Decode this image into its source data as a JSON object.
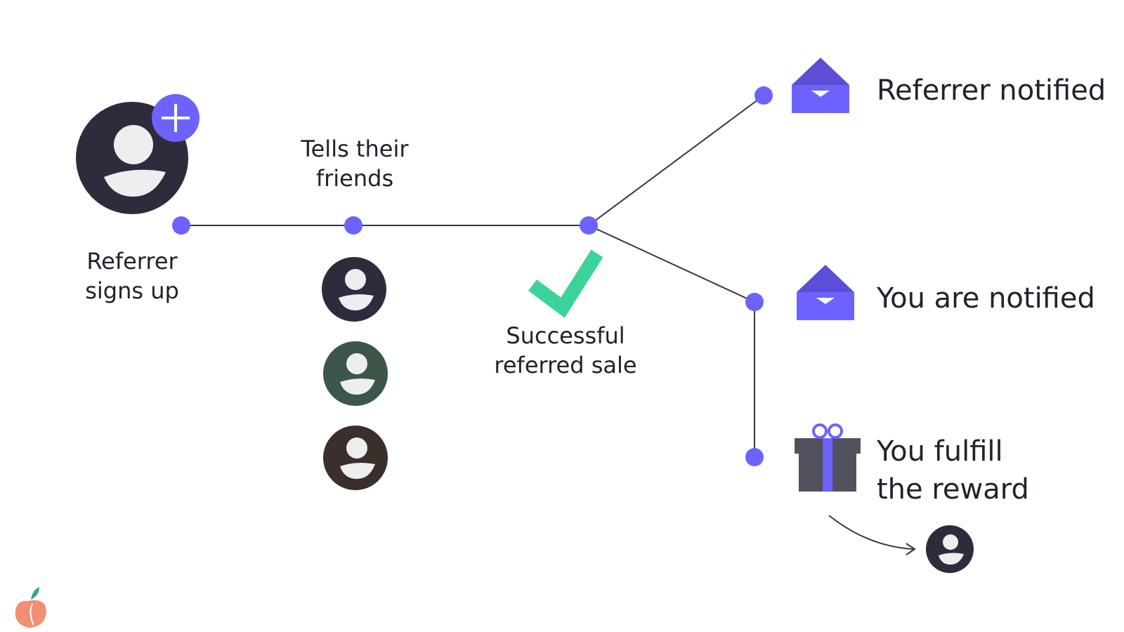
{
  "labels": {
    "referrer_signup_line1": "Referrer",
    "referrer_signup_line2": "signs up",
    "tells_friends_line1": "Tells their",
    "tells_friends_line2": "friends",
    "successful_sale_line1": "Successful",
    "successful_sale_line2": "referred sale",
    "referrer_notified": "Referrer notified",
    "you_notified": "You are notified",
    "fulfill_line1": "You fulfill",
    "fulfill_line2": "the reward"
  },
  "colors": {
    "accent": "#6c63ff",
    "line": "#343447",
    "avatar_dark": "#2e2c3c",
    "avatar_green": "#3d564a",
    "avatar_brown": "#3a2f2b",
    "avatar_face": "#eeeeee",
    "check": "#3bd39a",
    "envelope": "#6c63ff",
    "envelope_flap": "#5b4fd6",
    "gift_box": "#52525e",
    "gift_ribbon": "#6c63ff",
    "logo_peach": "#f08f73",
    "logo_leaf": "#3aa38a"
  },
  "icons": [
    "user-plus-icon",
    "user-icon",
    "check-icon",
    "envelope-icon",
    "gift-icon",
    "peach-logo-icon"
  ]
}
